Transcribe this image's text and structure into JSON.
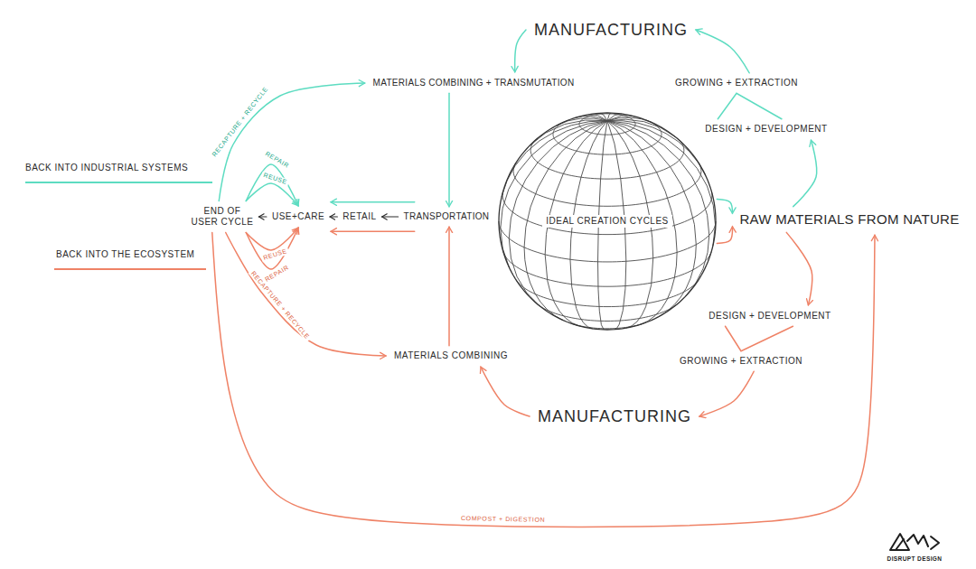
{
  "diagram": {
    "nodes": [
      {
        "text": [
          "MANUFACTURING"
        ]
      },
      {
        "text": [
          "MATERIALS COMBINING + TRANSMUTATION"
        ]
      },
      {
        "text": [
          "GROWING + EXTRACTION"
        ]
      },
      {
        "text": [
          "DESIGN + DEVELOPMENT"
        ]
      },
      {
        "text": [
          "END OF USER CYCLE"
        ]
      },
      {
        "text": [
          "USE+CARE"
        ]
      },
      {
        "text": [
          "RETAIL"
        ]
      },
      {
        "text": [
          "TRANSPORTATION"
        ]
      },
      {
        "text": [
          "IDEAL CREATION CYCLES"
        ]
      },
      {
        "text": [
          "RAW MATERIALS FROM NATURE"
        ]
      },
      {
        "text": [
          "DESIGN + DEVELOPMENT"
        ]
      },
      {
        "text": [
          "GROWING + EXTRACTION"
        ]
      },
      {
        "text": [
          "MATERIALS COMBINING"
        ]
      },
      {
        "text": [
          "MANUFACTURING"
        ]
      }
    ],
    "edges": [
      {
        "from": 9,
        "to": 3,
        "arrow": "to"
      },
      {
        "from": 3,
        "to": 2,
        "arrow": "none"
      },
      {
        "from": 2,
        "to": 0,
        "arrow": "to"
      },
      {
        "from": 0,
        "to": 1,
        "arrow": "to"
      },
      {
        "from": 1,
        "to": 7,
        "arrow": "to"
      },
      {
        "from": 7,
        "to": 5,
        "arrow": "to"
      },
      {
        "from": 7,
        "to": 6,
        "arrow": "to"
      },
      {
        "from": 6,
        "to": 5,
        "arrow": "to"
      },
      {
        "from": 5,
        "to": 4,
        "arrow": "to"
      },
      {
        "from": 4,
        "to": 1,
        "label": "RECAPTURE + RECYCLE",
        "arrow": "to"
      },
      {
        "from": 4,
        "to": 5,
        "label": "REPAIR",
        "arrow": "to"
      },
      {
        "from": 4,
        "to": 5,
        "label": "REUSE",
        "arrow": "to"
      },
      {
        "from": 4,
        "to": 5,
        "label": "REUSE",
        "arrow": "to"
      },
      {
        "from": 4,
        "to": 5,
        "label": "REPAIR",
        "arrow": "to"
      },
      {
        "from": 4,
        "to": 12,
        "label": "RECAPTURE + RECYCLE",
        "arrow": "to"
      },
      {
        "from": 4,
        "to": 9,
        "label": "COMPOST + DIGESTION",
        "arrow": "to"
      },
      {
        "from": 8,
        "to": 9,
        "arrow": "to"
      },
      {
        "from": 8,
        "to": 9,
        "arrow": "to"
      },
      {
        "from": 9,
        "to": 10,
        "arrow": "to"
      },
      {
        "from": 10,
        "to": 11,
        "arrow": "none"
      },
      {
        "from": 11,
        "to": 13,
        "arrow": "to"
      },
      {
        "from": 13,
        "to": 12,
        "arrow": "to"
      },
      {
        "from": 12,
        "to": 7,
        "arrow": "to"
      },
      {
        "from": 7,
        "to": 5,
        "arrow": "to"
      }
    ],
    "labels": [
      "DISRUPT DESIGN"
    ],
    "legend": [
      {
        "text": "BACK INTO INDUSTRIAL SYSTEMS"
      },
      {
        "text": "BACK INTO THE ECOSYSTEM"
      }
    ]
  }
}
